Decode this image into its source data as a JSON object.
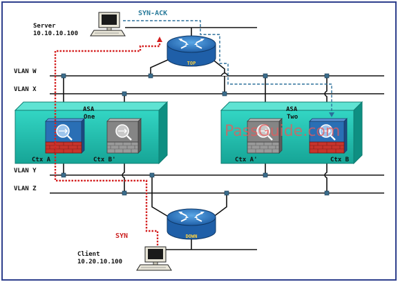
{
  "labels": {
    "syn_ack": "SYN-ACK",
    "syn": "SYN",
    "server_name": "Server",
    "server_ip": "10.10.10.100",
    "client_name": "Client",
    "client_ip": "10.20.10.100",
    "vlan_w": "VLAN W",
    "vlan_x": "VLAN X",
    "vlan_y": "VLAN Y",
    "vlan_z": "VLAN Z",
    "router_top": "TOP",
    "router_down": "DOWN",
    "asa_one_l1": "ASA",
    "asa_one_l2": "One",
    "asa_two_l1": "ASA",
    "asa_two_l2": "Two",
    "ctx_a": "Ctx A",
    "ctx_b_prime": "Ctx B'",
    "ctx_a_prime": "Ctx A'",
    "ctx_b": "Ctx B",
    "watermark": "PassGuide.com"
  },
  "colors": {
    "syn_path": "#d42020",
    "syn_ack_path": "#2a6f9a",
    "asa_box": "#1ec0b0",
    "router": "#2a78c6",
    "active_ctx": "#2a6fb5",
    "standby_ctx": "#808080",
    "syn_ack_text": "#2a7b9b",
    "syn_text": "#cc2222"
  }
}
